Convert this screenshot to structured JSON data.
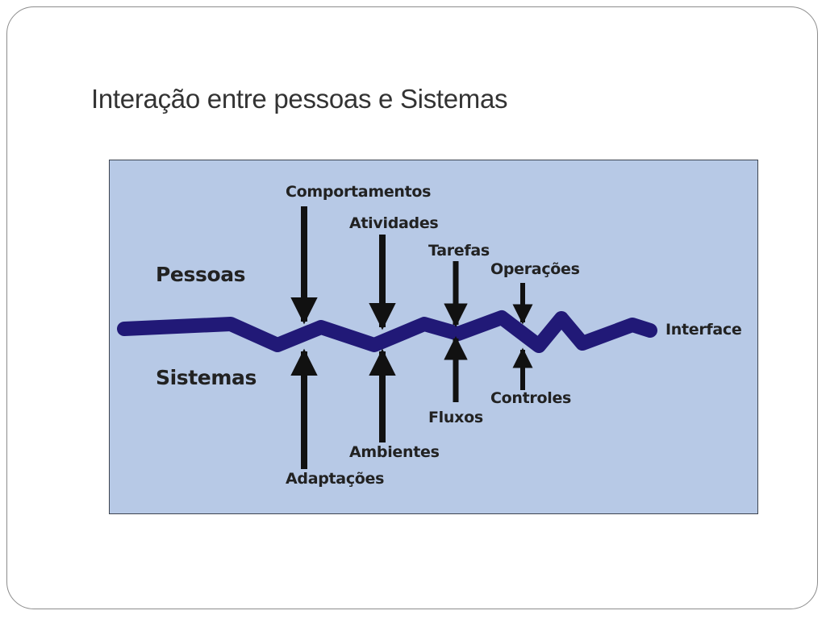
{
  "slide": {
    "title": "Interação entre pessoas e Sistemas"
  },
  "diagram": {
    "sides": {
      "top": "Pessoas",
      "bottom": "Sistemas"
    },
    "interface_label": "Interface",
    "line_color": "#211977",
    "background_color": "#b7c9e6",
    "downward_labels": [
      "Comportamentos",
      "Atividades",
      "Tarefas",
      "Operações"
    ],
    "upward_labels": [
      "Adaptações",
      "Ambientes",
      "Fluxos",
      "Controles"
    ]
  }
}
